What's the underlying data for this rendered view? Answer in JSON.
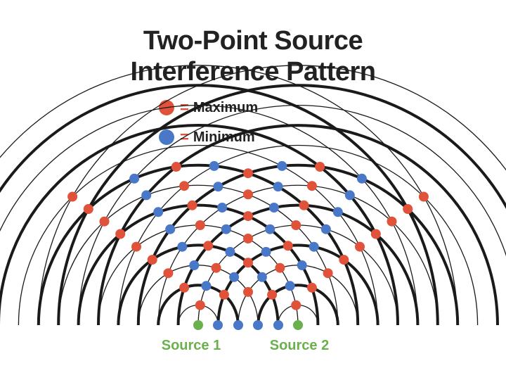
{
  "title": {
    "line1": "Two-Point Source",
    "line2": "Interference Pattern"
  },
  "legend": {
    "maximum": {
      "symbol": "=",
      "label": "Maximum"
    },
    "minimum": {
      "symbol": "=",
      "label": "Minimum"
    }
  },
  "sources": {
    "source1": "Source 1",
    "source2": "Source 2"
  },
  "colors": {
    "maximum": "#e0533a",
    "minimum": "#4a78c8",
    "source": "#6ab04c",
    "wave": "#1a1a1a",
    "equals": "#e0533a",
    "text": "#222222"
  }
}
